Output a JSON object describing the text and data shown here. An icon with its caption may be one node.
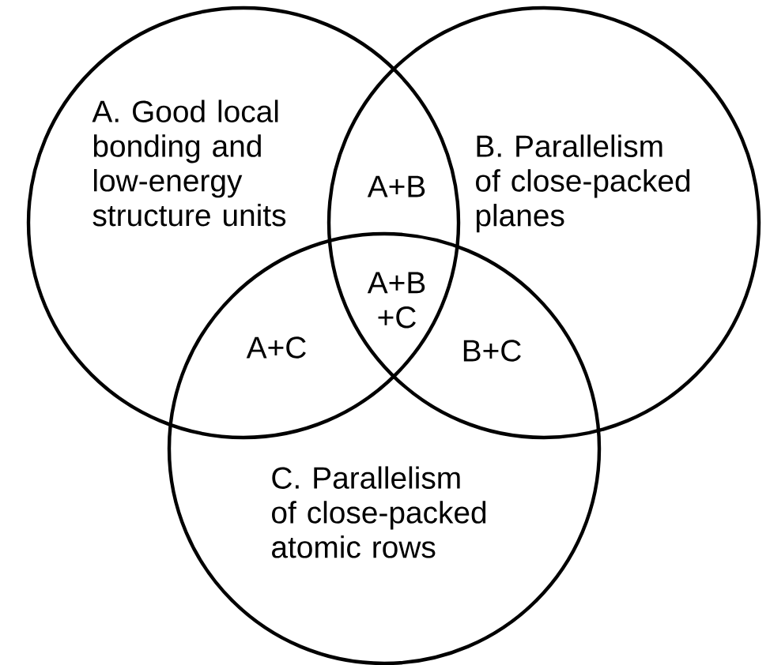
{
  "diagram": {
    "nodes": [
      {
        "text": [
          "A. Good local bonding and low-energy structure units"
        ]
      },
      {
        "text": [
          "B. Parallelism of close-packed planes"
        ]
      },
      {
        "text": [
          "C. Parallelism of close-packed atomic rows"
        ]
      }
    ],
    "labels": [
      "A+B",
      "A+B +C",
      "A+C",
      "B+C"
    ]
  }
}
